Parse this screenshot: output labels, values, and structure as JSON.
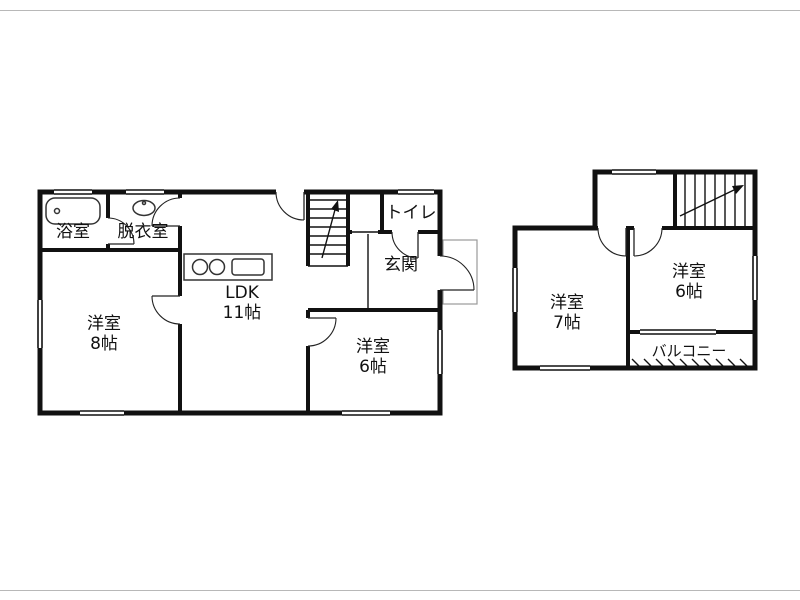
{
  "colors": {
    "wall": "#111111",
    "label": "#111111",
    "porch_outline": "#999999",
    "page_rule": "#b8b8b8",
    "background": "#ffffff"
  },
  "floor1": {
    "bath_label": "浴室",
    "dressing_label": "脱衣室",
    "ldk_label": "LDK",
    "ldk_size": "11帖",
    "toilet_label": "トイレ",
    "entrance_label": "玄関",
    "bedroom8_label": "洋室",
    "bedroom8_size": "8帖",
    "bedroom6_label": "洋室",
    "bedroom6_size": "6帖"
  },
  "floor2": {
    "bedroom7_label": "洋室",
    "bedroom7_size": "7帖",
    "bedroom6_label": "洋室",
    "bedroom6_size": "6帖",
    "balcony_label": "バルコニー"
  },
  "fixtures": {
    "bathtub": "rounded-rect-tub",
    "washbasin": "oval-basin",
    "stove": "two-burner-circles",
    "kitchen_sink": "rounded-rect-sink",
    "stairs": "tread-lines-with-up-arrow",
    "balcony_railing": "hatched-band"
  }
}
